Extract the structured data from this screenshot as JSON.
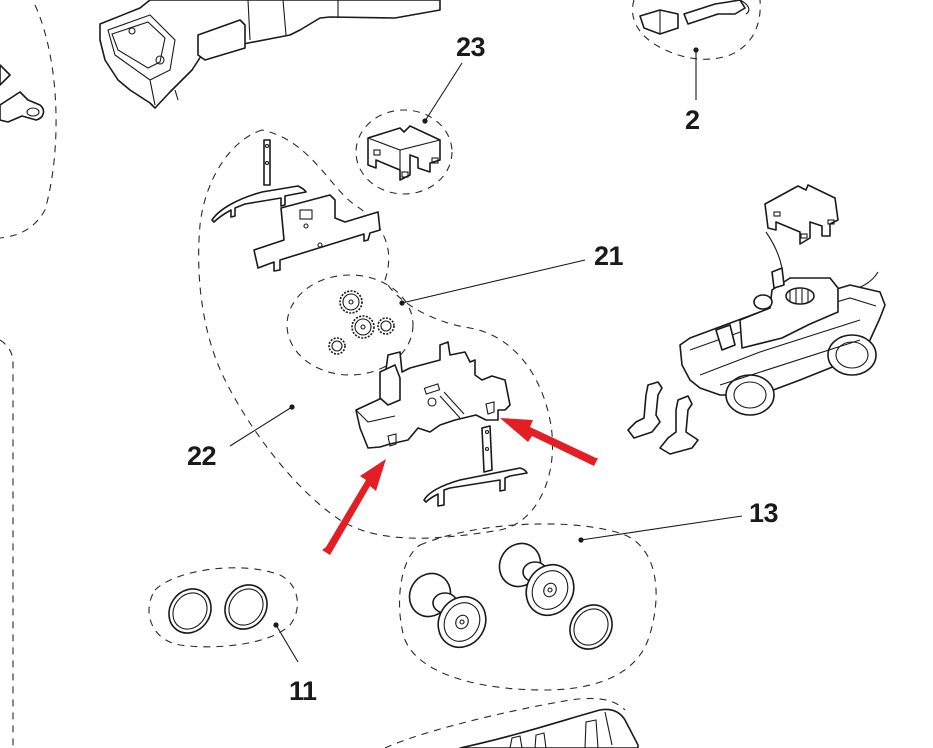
{
  "diagram": {
    "title": "Exploded parts view - locomotive bogie assembly",
    "accent_color": "#e31e24",
    "line_color": "#1a1a1a",
    "callouts": [
      {
        "id": "23",
        "label": "23",
        "part": "motor cover clip"
      },
      {
        "id": "2",
        "label": "2",
        "part": "coupler set"
      },
      {
        "id": "21",
        "label": "21",
        "part": "gear set"
      },
      {
        "id": "22",
        "label": "22",
        "part": "bogie frame with contact plates"
      },
      {
        "id": "13",
        "label": "13",
        "part": "wheelsets with traction tyre"
      },
      {
        "id": "11",
        "label": "11",
        "part": "traction tyres"
      }
    ],
    "arrows": [
      {
        "name": "red-arrow-left",
        "points_to": "bogie frame slot (front)"
      },
      {
        "name": "red-arrow-right",
        "points_to": "bogie frame slot (rear)"
      }
    ]
  }
}
